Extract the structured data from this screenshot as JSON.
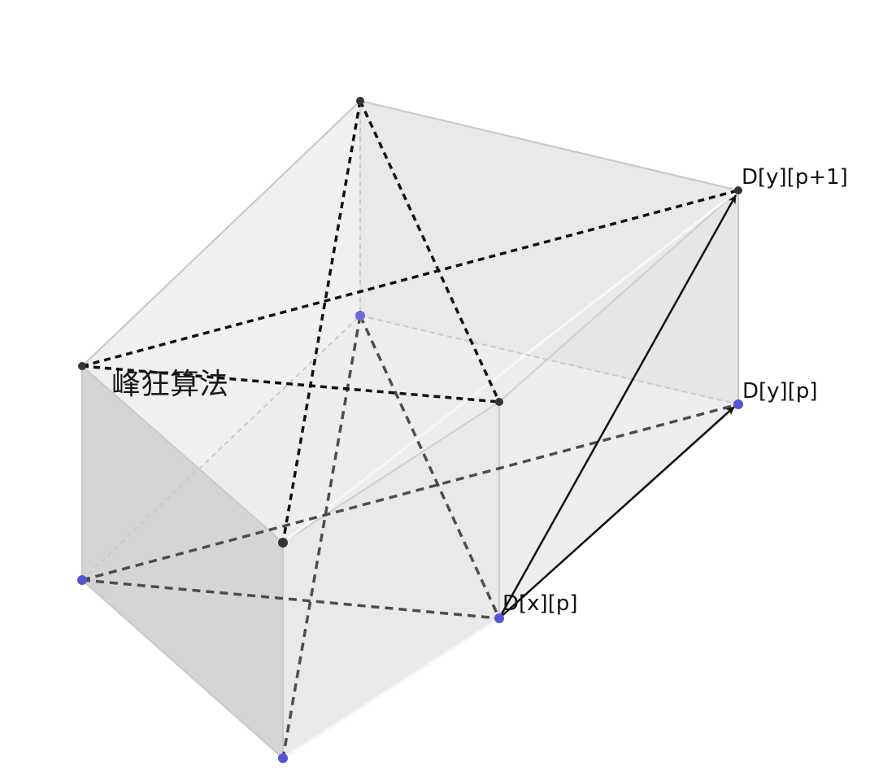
{
  "caption": "峰狂算法",
  "points": {
    "dyp1": "D[y][p+1]",
    "dyp": "D[y][p]",
    "dxp": "D[x][p]"
  },
  "colors": {
    "top_vertex": "#333333",
    "bottom_vertex": "#5656d6",
    "face_light": "#ececec",
    "face_mid": "#e2e2e2",
    "face_dark": "#d3d3d3",
    "dashed_top": "#111111",
    "dashed_bottom": "#4d4d4d",
    "arrow": "#111111"
  }
}
